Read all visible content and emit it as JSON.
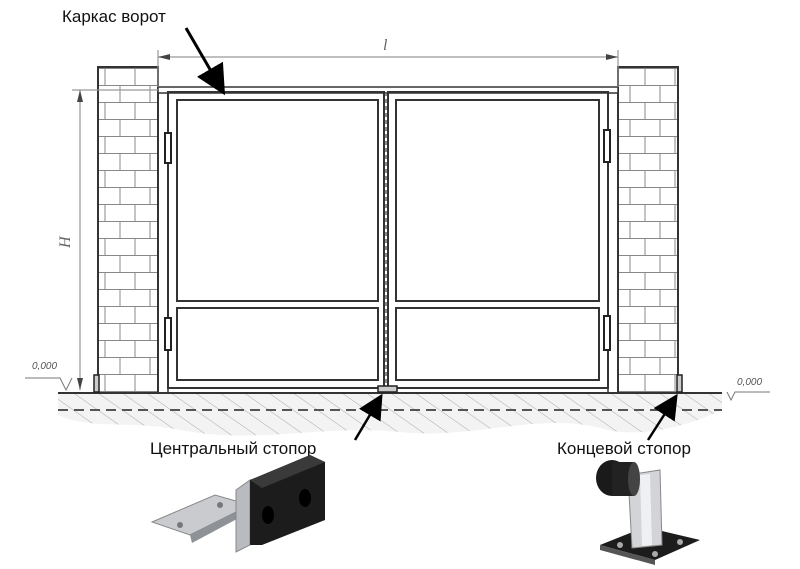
{
  "labels": {
    "frame": "Каркас ворот",
    "central_stop": "Центральный стопор",
    "end_stop": "Концевой стопор"
  },
  "dimensions": {
    "width": "l",
    "height": "H",
    "level_left": "0,000",
    "level_right": "0,000"
  }
}
